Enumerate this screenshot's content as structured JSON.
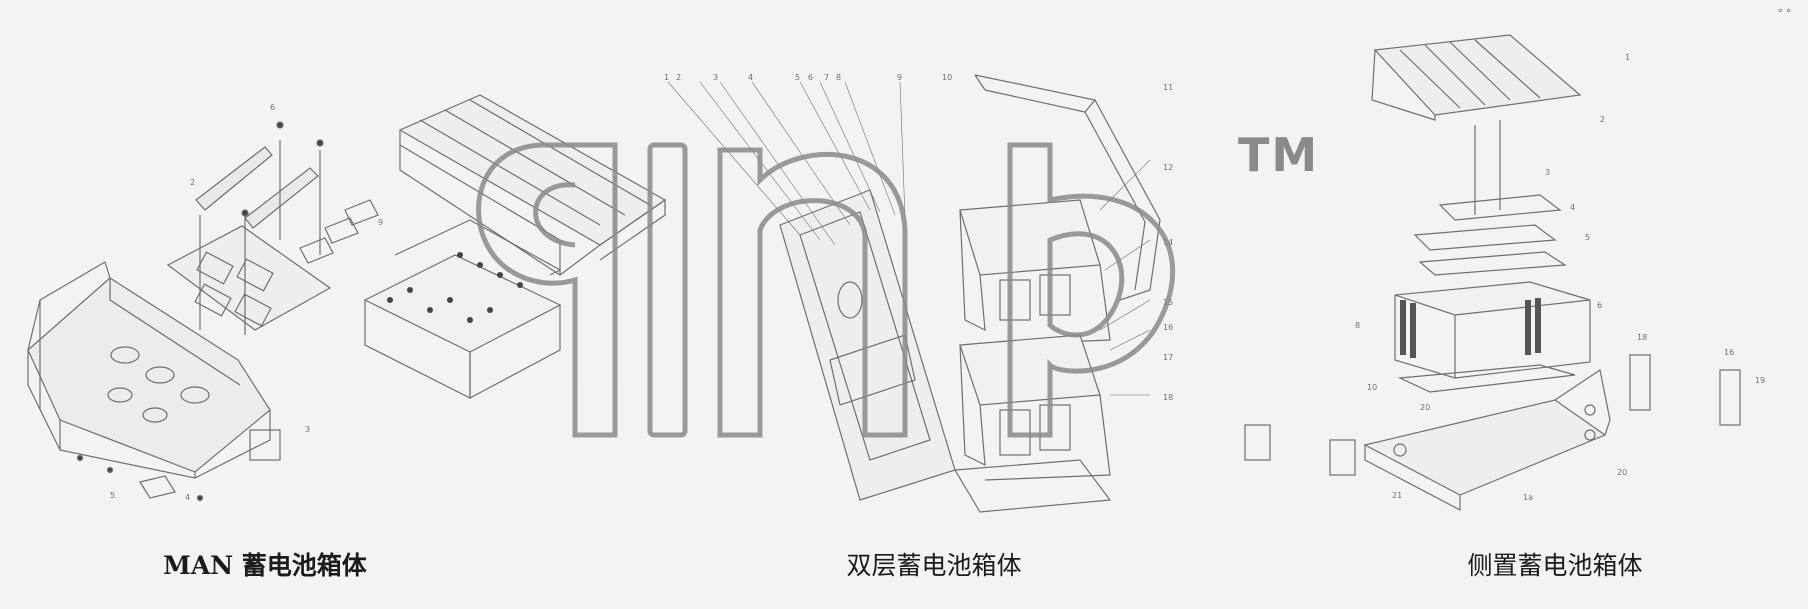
{
  "captions": {
    "left": "MAN 蓄电池箱体",
    "middle": "双层蓄电池箱体",
    "right": "侧置蓄电池箱体"
  },
  "watermark": {
    "tm": "TM",
    "color": "#8a8a8a"
  },
  "colors": {
    "background": "#f3f4f1",
    "line": "#6f6f6f",
    "caption": "#1b1b1b"
  },
  "icons": {
    "corner": "corner-mark-icon"
  }
}
